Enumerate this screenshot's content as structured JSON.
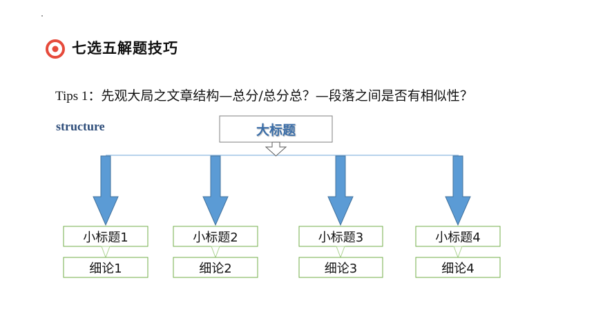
{
  "header": {
    "title": "七选五解题技巧",
    "icon": "target-icon",
    "accent_color": "#e64a3b"
  },
  "tips": {
    "prefix": "Tips 1",
    "text": "：先观大局之文章结构—总分/总分总？—段落之间是否有相似性？"
  },
  "diagram": {
    "label": "structure",
    "main_title": "大标题",
    "subtitles": [
      "小标题1",
      "小标题2",
      "小标题3",
      "小标题4"
    ],
    "details": [
      "细论1",
      "细论2",
      "细论3",
      "细论4"
    ],
    "colors": {
      "arrow_fill": "#5b9bd5",
      "arrow_stroke": "#41719c",
      "box_border": "#70ad47",
      "connector": "#9dc3e6",
      "main_box_border": "#7f7f7f"
    }
  }
}
